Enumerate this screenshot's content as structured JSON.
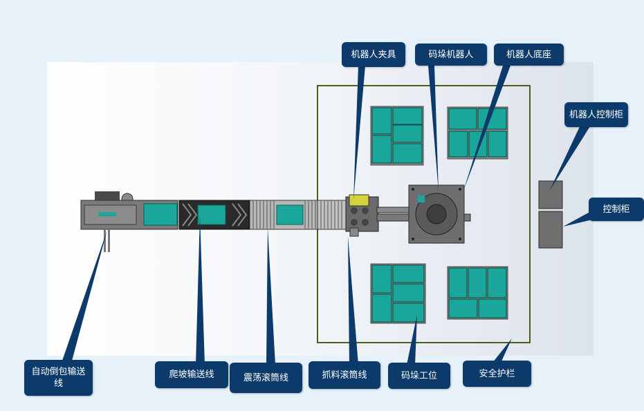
{
  "colors": {
    "page_background": "#e6f1fa",
    "callout_fill": "#0b3a6b",
    "callout_text": "#ffffff",
    "fence": "#4d5e16",
    "pallet_goods": "#1aa69a",
    "machine_gray": "#6e6e6e",
    "gripper_yellow": "#d6d43c"
  },
  "labels": {
    "gripper": "机器人夹具",
    "palletizing_robot": "码垛机器人",
    "robot_base": "机器人底座",
    "robot_control": "机器人控制柜",
    "control_cabinet": "控制柜",
    "auto_dump_conveyor": "自动倒包输送线",
    "incline_conveyor": "爬坡输送线",
    "vibration_roller": "震荡滚筒线",
    "pick_roller": "抓料滚筒线",
    "palletizing_station": "码垛工位",
    "safety_fence": "安全护栏"
  },
  "icons": [
    "conveyor-drawing",
    "pallet-stack",
    "robot-arm",
    "control-cabinet"
  ]
}
